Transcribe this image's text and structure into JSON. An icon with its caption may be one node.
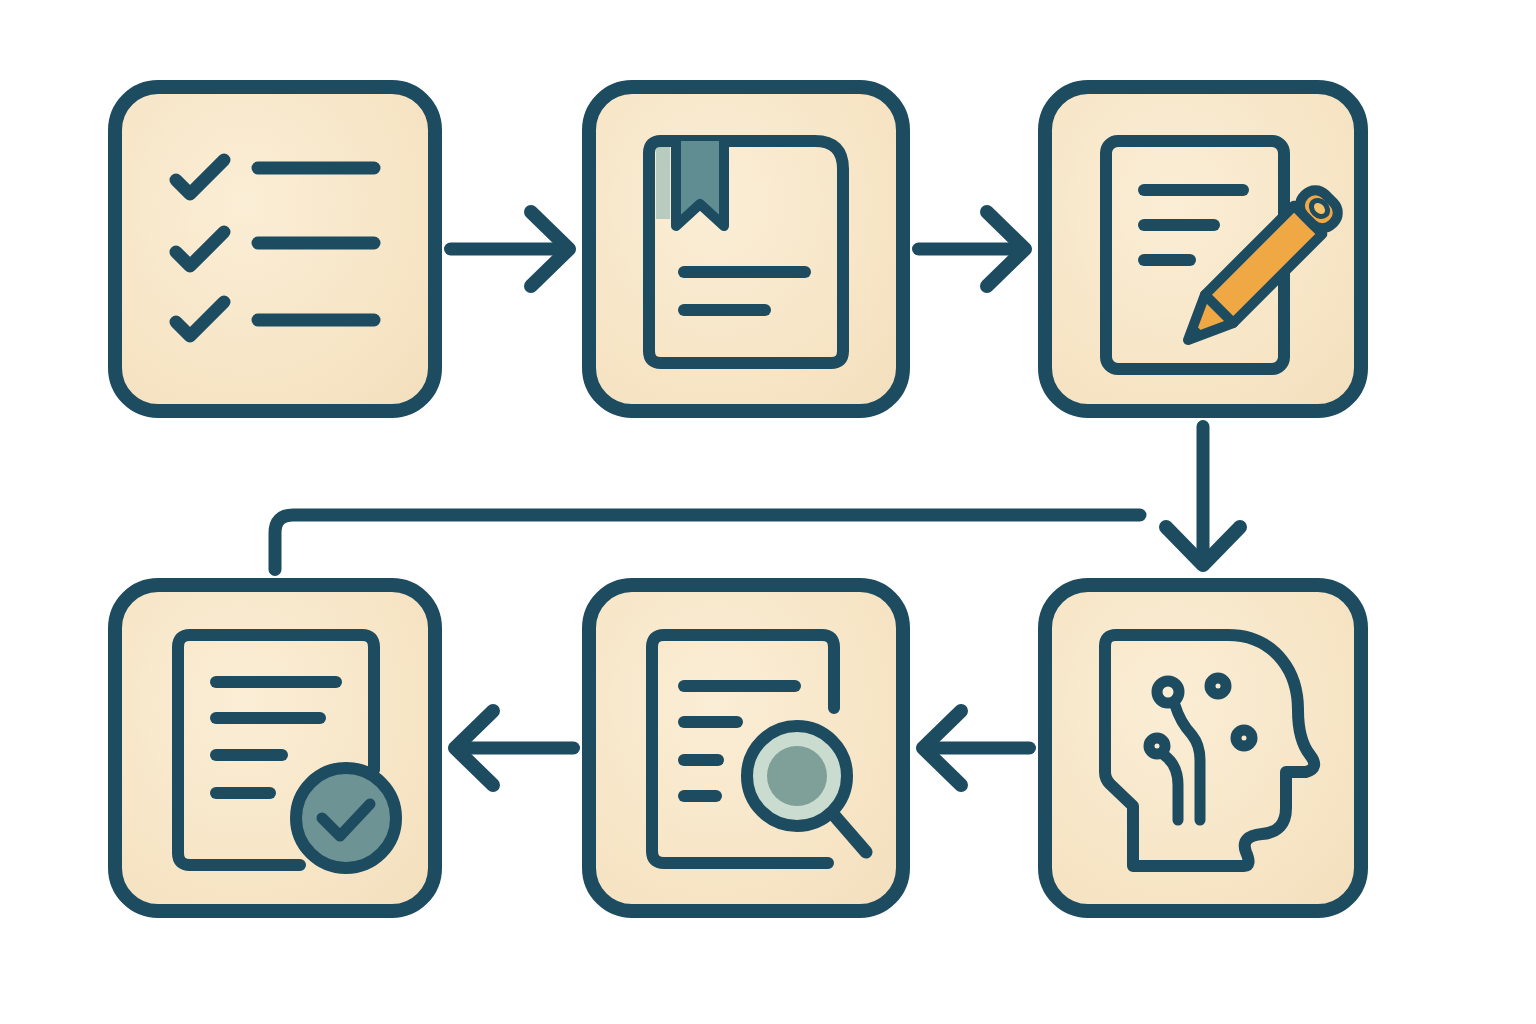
{
  "diagram": {
    "nodes": [
      {
        "text": [],
        "shape": "box"
      },
      {
        "text": [],
        "shape": "box"
      },
      {
        "text": [],
        "shape": "box"
      },
      {
        "text": [],
        "shape": "box"
      },
      {
        "text": [],
        "shape": "box"
      },
      {
        "text": [],
        "shape": "box"
      }
    ],
    "edges": [
      {
        "from": 0,
        "to": 1,
        "arrow": "to"
      },
      {
        "from": 1,
        "to": 2,
        "arrow": "to"
      },
      {
        "from": 2,
        "to": 5,
        "arrow": "to"
      },
      {
        "from": 5,
        "to": 4,
        "arrow": "to"
      },
      {
        "from": 4,
        "to": 3,
        "arrow": "to"
      },
      {
        "from": null,
        "to": 3,
        "arrow": "none"
      }
    ]
  }
}
